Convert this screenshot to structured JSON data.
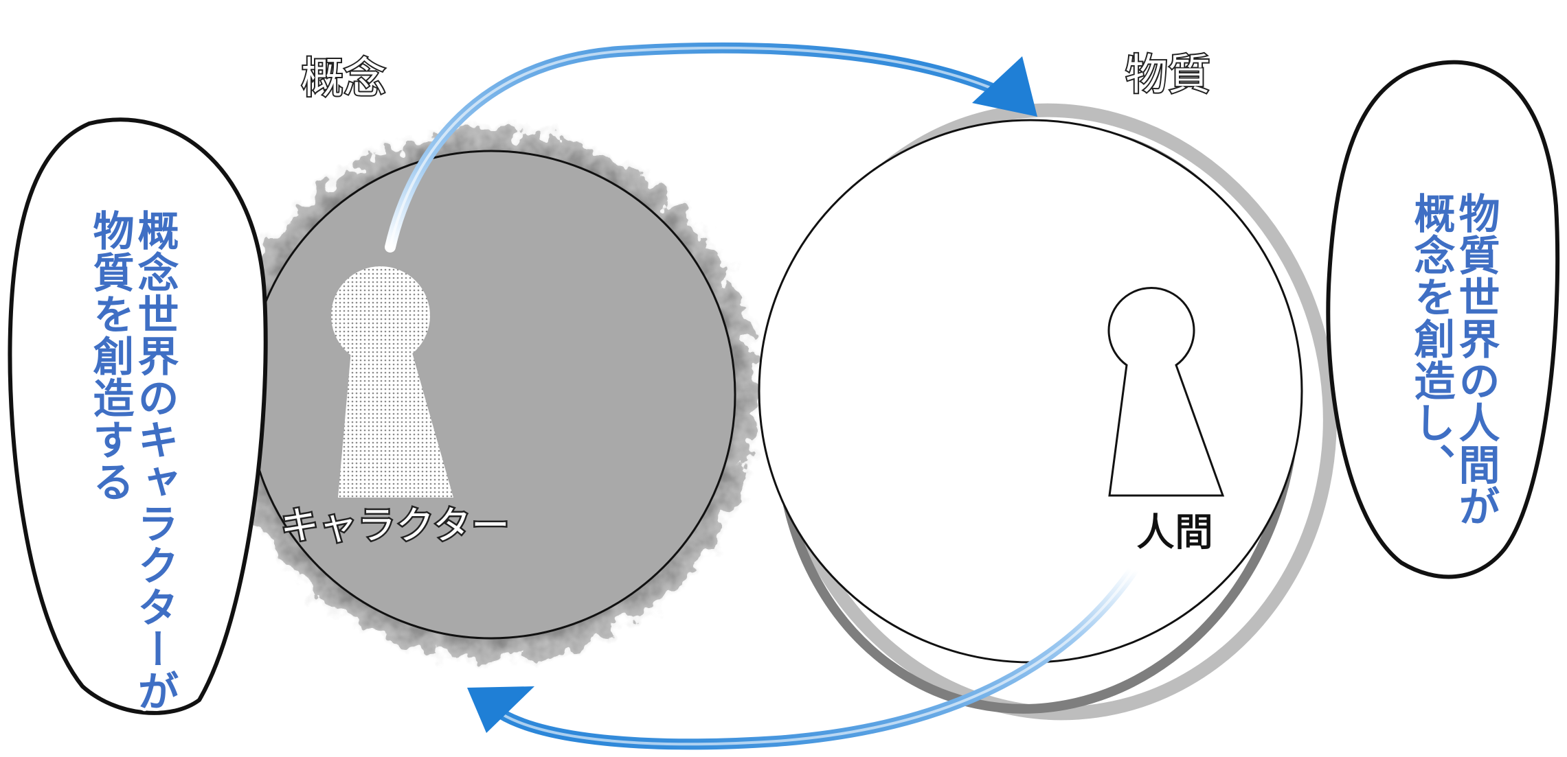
{
  "diagram": {
    "left_circle": {
      "title": "概念",
      "keyhole_label": "キャラクター",
      "fill_color": "#a9a9a9"
    },
    "right_circle": {
      "title": "物質",
      "keyhole_label": "人間",
      "fill_color": "#ffffff"
    },
    "left_bubble": {
      "lines": [
        "概念世界のキャラクターが",
        "物質を創造する"
      ]
    },
    "right_bubble": {
      "lines": [
        "物質世界の人間が",
        "概念を創造し、"
      ]
    },
    "text_color": "#3f6fc4",
    "arrow_color": "#1f7fd6",
    "arrows": [
      {
        "name": "arrow-concept-to-matter",
        "from": "キャラクター",
        "to": "物質"
      },
      {
        "name": "arrow-matter-to-concept",
        "from": "人間",
        "to": "概念"
      }
    ]
  }
}
